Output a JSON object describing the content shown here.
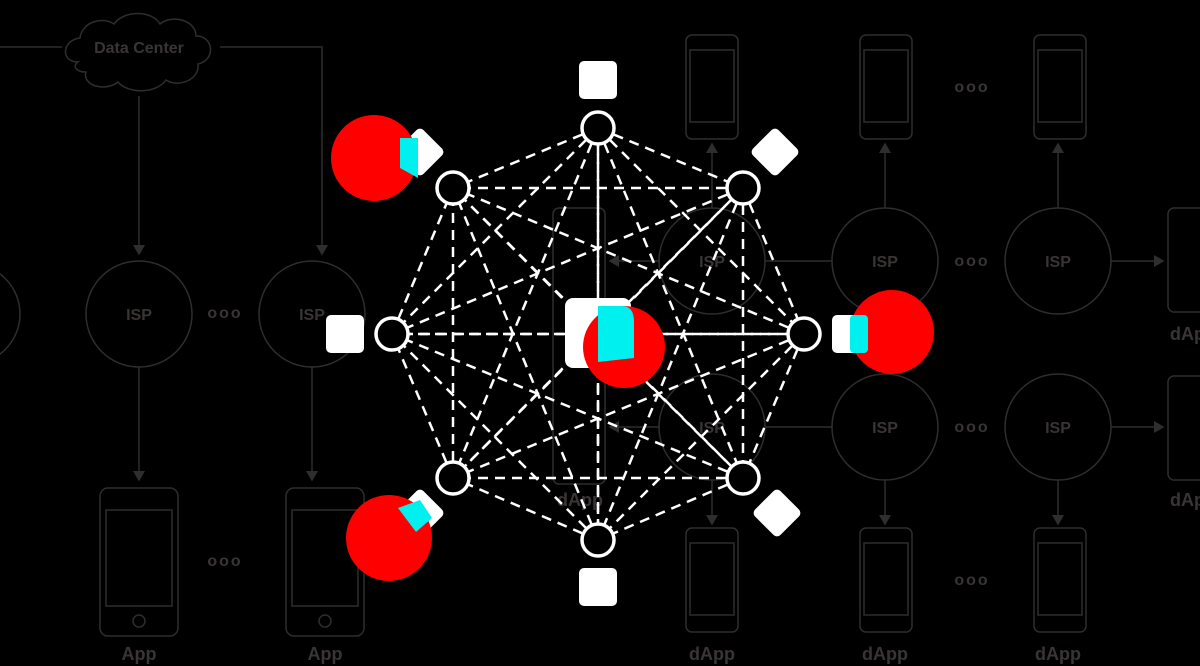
{
  "labels": {
    "data_center": "Data Center",
    "isp": "ISP",
    "app": "App",
    "dapp": "dApp",
    "ellipsis": "ooo"
  },
  "colors": {
    "background": "#000000",
    "faint": "#2e2e2e",
    "faint_text": "#3a3535",
    "mesh": "#ffffff",
    "accent_red": "#ff0000",
    "accent_cyan": "#00f0f0"
  }
}
